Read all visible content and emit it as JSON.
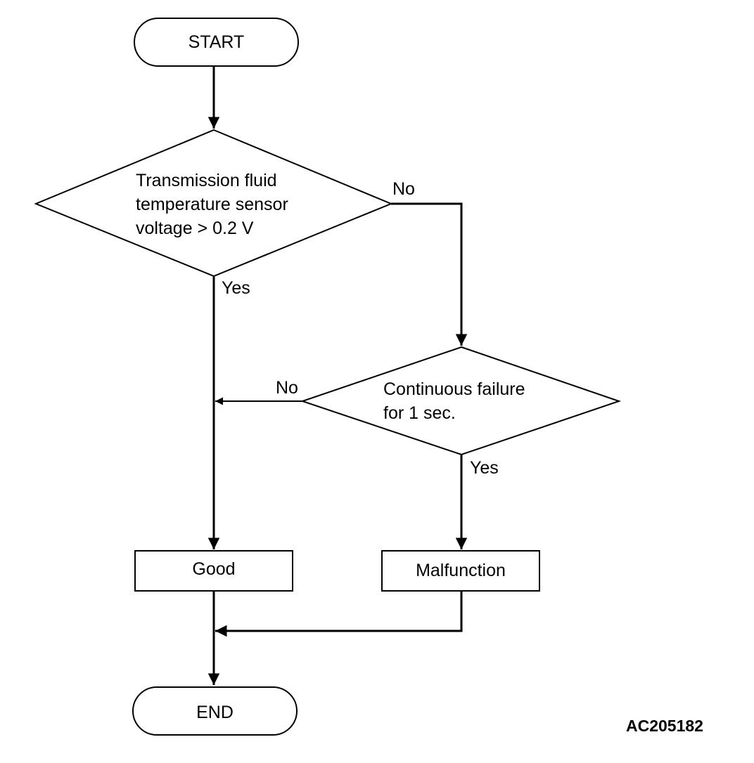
{
  "nodes": {
    "start": "START",
    "decision1": {
      "line1": "Transmission fluid",
      "line2": "temperature sensor",
      "line3": "voltage > 0.2 V"
    },
    "decision2": {
      "line1": "Continuous failure",
      "line2": "for 1 sec."
    },
    "good": "Good",
    "malfunction": "Malfunction",
    "end": "END"
  },
  "edge_labels": {
    "d1_no": "No",
    "d1_yes": "Yes",
    "d2_no": "No",
    "d2_yes": "Yes"
  },
  "figure_ref": "AC205182",
  "colors": {
    "stroke": "#000000",
    "background": "#ffffff"
  }
}
